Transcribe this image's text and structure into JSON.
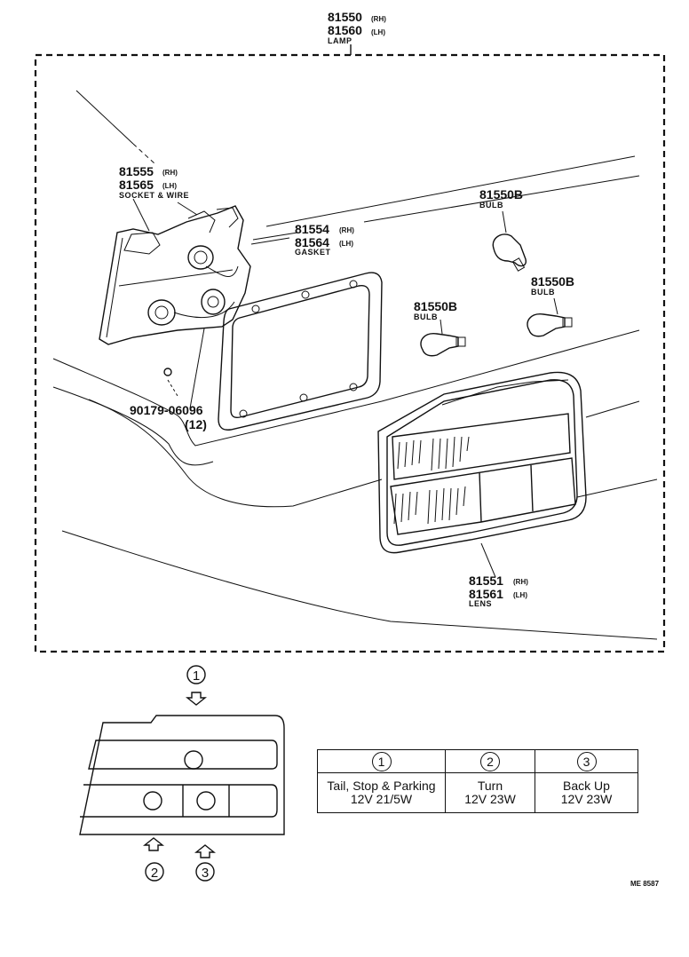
{
  "lamp": {
    "pn_rh": "81550",
    "sfx_rh": "(RH)",
    "pn_lh": "81560",
    "sfx_lh": "(LH)",
    "name": "LAMP"
  },
  "socket": {
    "pn_rh": "81555",
    "sfx_rh": "(RH)",
    "pn_lh": "81565",
    "sfx_lh": "(LH)",
    "name": "SOCKET & WIRE"
  },
  "gasket": {
    "pn_rh": "81554",
    "sfx_rh": "(RH)",
    "pn_lh": "81564",
    "sfx_lh": "(LH)",
    "name": "GASKET"
  },
  "bulb_top": {
    "pn": "81550B",
    "name": "BULB"
  },
  "bulb_right": {
    "pn": "81550B",
    "name": "BULB"
  },
  "bulb_mid": {
    "pn": "81550B",
    "name": "BULB"
  },
  "screw": {
    "pn": "90179-06096",
    "qty": "(12)"
  },
  "lens": {
    "pn_rh": "81551",
    "sfx_rh": "(RH)",
    "pn_lh": "81561",
    "sfx_lh": "(LH)",
    "name": "LENS"
  },
  "markers": {
    "one": "①",
    "two": "②",
    "three": "③"
  },
  "table": {
    "headers": [
      "1",
      "2",
      "3"
    ],
    "rows": [
      {
        "use": "Tail, Stop & Parking",
        "spec": "12V 21/5W"
      },
      {
        "use": "Turn",
        "spec": "12V 23W"
      },
      {
        "use": "Back Up",
        "spec": "12V 23W"
      }
    ]
  },
  "figure_code": "ME 8587"
}
